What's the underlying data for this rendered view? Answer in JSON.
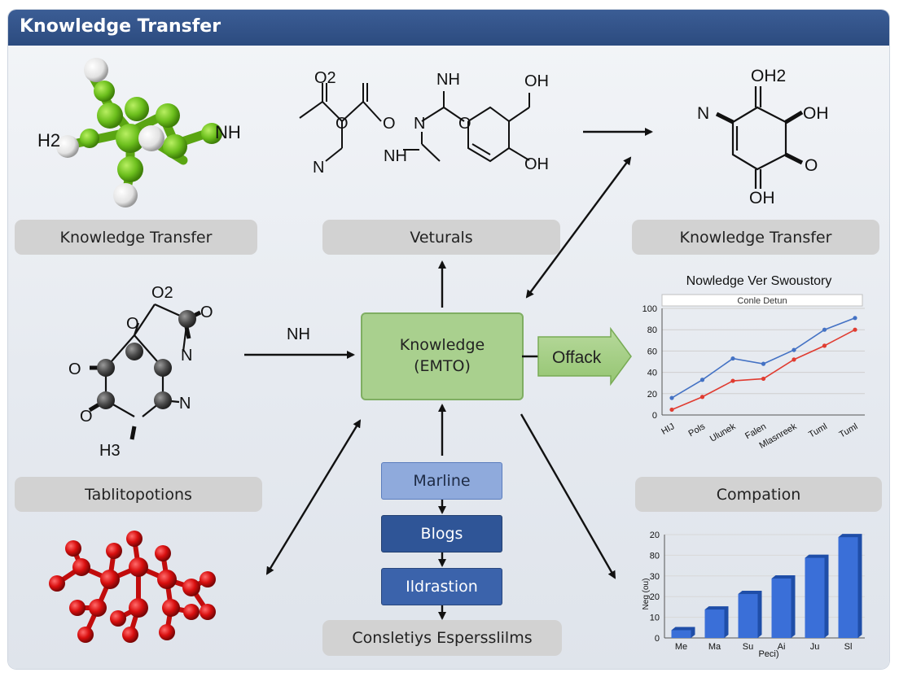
{
  "header": {
    "title": "Knowledge Transfer"
  },
  "labels": {
    "top_left": "Knowledge Transfer",
    "top_center": "Veturals",
    "top_right": "Knowledge Transfer",
    "mid_left": "Tablitopotions",
    "mid_right": "Compation",
    "bottom_center": "Consletiys Espersslilms"
  },
  "center": {
    "line1": "Knowledge",
    "line2": "(EMTO)"
  },
  "offack": "Offack",
  "arrow_label_nh": "NH",
  "flow": [
    "Marline",
    "Blogs",
    "Ildrastion"
  ],
  "molecule_labels": {
    "green": {
      "left": "H2",
      "right": "NH"
    },
    "top_chain": [
      "O2",
      "O",
      "O",
      "N",
      "NH",
      "O",
      "OH",
      "OH",
      "N",
      "NH"
    ],
    "top_right_ring": [
      "OH2",
      "N",
      "OH",
      "O",
      "OH"
    ],
    "left_ring": [
      "O2",
      "O",
      "O",
      "N",
      "O",
      "O",
      "N",
      "H3"
    ]
  },
  "colors": {
    "header": "#2c4b7f",
    "label_box": "#d2d2d2",
    "center_box": "#a9d08e",
    "flow_light": "#8faadc",
    "flow_dark": "#2f5597",
    "line_series": "#4472c4",
    "line_series2": "#e03c31",
    "bar": "#3a6fd8",
    "atom_green": "#6cbf1d",
    "atom_red": "#d90f0f"
  },
  "chart_data": [
    {
      "type": "line",
      "title": "Nowledge Ver Swoustory",
      "subtitle": "Conle Detun",
      "categories": [
        "HIJ",
        "Pols",
        "Ulunek",
        "Falen",
        "Mlasnreek",
        "Tuml",
        "Tuml"
      ],
      "series": [
        {
          "color": "#4472c4",
          "values": [
            16,
            33,
            53,
            48,
            61,
            80,
            91
          ]
        },
        {
          "color": "#e03c31",
          "values": [
            5,
            17,
            32,
            34,
            52,
            65,
            80
          ]
        }
      ],
      "yticks": [
        "100",
        "80",
        "60",
        "40",
        "20",
        "0"
      ],
      "ylim": [
        0,
        100
      ],
      "grid": true
    },
    {
      "type": "bar",
      "categories": [
        "Me",
        "Ma",
        "Su",
        "Ai",
        "Ju",
        "Sl"
      ],
      "values": [
        3,
        11,
        17,
        23,
        31,
        39
      ],
      "yticks": [
        "20",
        "80",
        "30",
        "20",
        "10",
        "0"
      ],
      "ylim": [
        0,
        40
      ],
      "ylabel": "Neg (ou)",
      "xlabel": "Peci)"
    }
  ]
}
